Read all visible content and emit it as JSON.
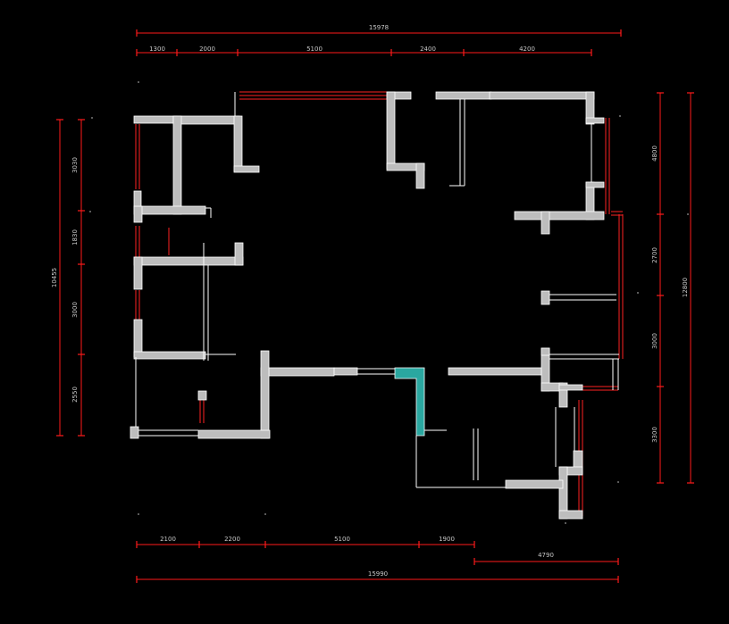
{
  "drawing": {
    "background": "#000000",
    "dimension_color": "#ff1a1a",
    "wall_color": "#bdbdbd",
    "column_color": "#2aa7a0",
    "line_color": "#ffffff"
  },
  "dimensions": {
    "top_total": "15978",
    "top_segments": [
      "1300",
      "2000",
      "5100",
      "2400",
      "4200"
    ],
    "bottom_segments": [
      "2100",
      "2200",
      "5100",
      "1900"
    ],
    "bottom_sub": "4790",
    "bottom_total": "15990",
    "left_total": "10455",
    "left_segments": [
      "3030",
      "1830",
      "3000",
      "2550"
    ],
    "right_total": "12800",
    "right_segments": [
      "4800",
      "2700",
      "3000",
      "3300"
    ]
  }
}
